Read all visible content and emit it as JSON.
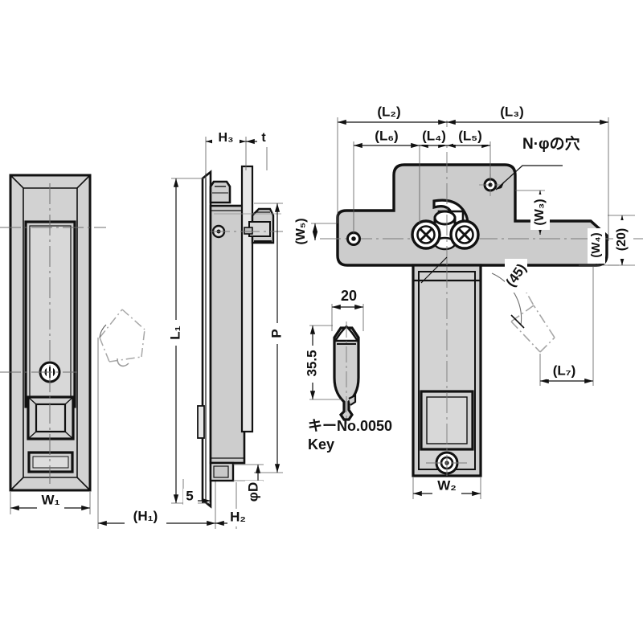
{
  "drawing": {
    "title": "Flush handle lock technical drawing",
    "colors": {
      "line": "#111111",
      "fill_gray": "#d2d2d2",
      "fill_light": "#e2e2e2",
      "thin_line": "#5a5a5a",
      "phantom": "#9a9a9a",
      "background": "#ffffff"
    },
    "views": {
      "front": {
        "name": "front-view",
        "label": ""
      },
      "side": {
        "name": "side-view",
        "label": ""
      },
      "key": {
        "name": "key-detail-view",
        "label": ""
      },
      "plan": {
        "name": "plan-view",
        "label": ""
      }
    }
  },
  "labels": {
    "w1": "W₁",
    "w2": "W₂",
    "w3": "(W₃)",
    "w4": "(W₄)",
    "w5": "(W₅)",
    "l1": "L₁",
    "l2": "(L₂)",
    "l3": "(L₃)",
    "l4": "(L₄)",
    "l5": "(L₅)",
    "l6": "(L₆)",
    "l7": "(L₇)",
    "h1": "(H₁)",
    "h2": "H₂",
    "h3": "H₃",
    "t": "t",
    "p": "P",
    "phi_d": "φD",
    "five": "5",
    "twenty_paren": "(20)",
    "angle45": "(45)",
    "hole_callout": "N·φの穴",
    "key_width": "20",
    "key_height": "35.5",
    "key_no": "キーNo.0050",
    "key_en": "Key"
  }
}
